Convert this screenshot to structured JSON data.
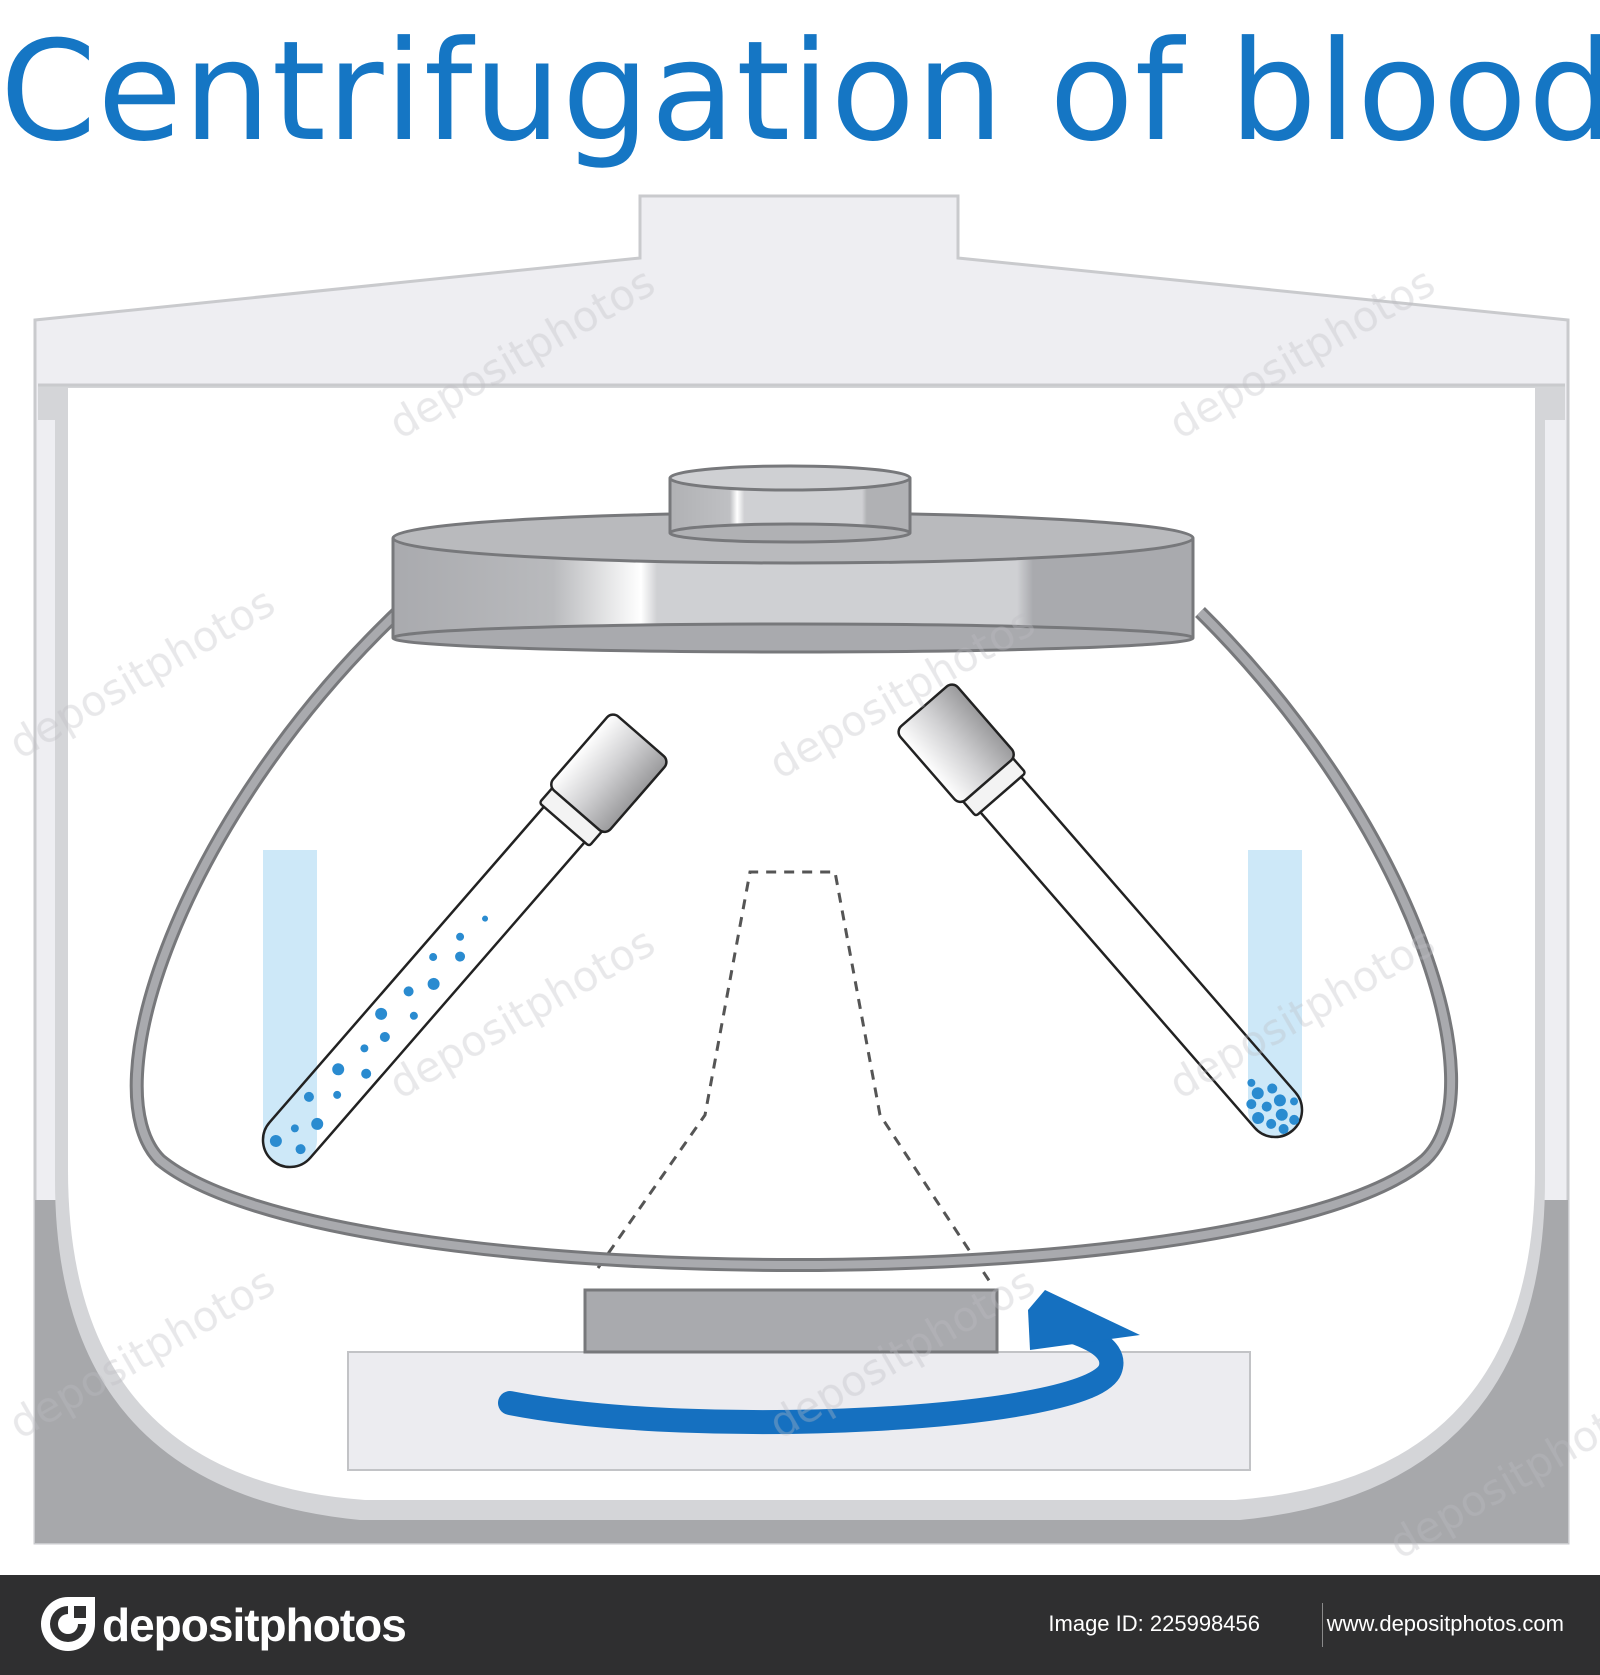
{
  "title": "Centrifugation of blood",
  "footer": {
    "brand": "depositphotos",
    "image_id": "Image ID: 225998456",
    "website": "www.depositphotos.com"
  },
  "colors": {
    "title": "#1576c4",
    "arrow": "#1570c0",
    "liquid": "#cde8f8",
    "cells": "#2a8bd0",
    "housing": "#eeeef2",
    "housing_shadow": "#a7a8ab",
    "rotor": "#a9aaae"
  },
  "icons": [
    "rotation-arrow-icon",
    "depositphotos-logo-icon"
  ]
}
